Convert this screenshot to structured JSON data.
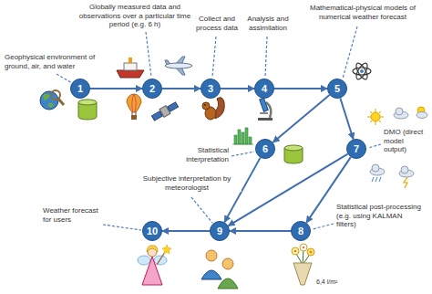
{
  "diagram": {
    "nodes": [
      {
        "text": [
          "1"
        ]
      },
      {
        "text": [
          "2"
        ]
      },
      {
        "text": [
          "3"
        ]
      },
      {
        "text": [
          "4"
        ]
      },
      {
        "text": [
          "5"
        ]
      },
      {
        "text": [
          "6"
        ]
      },
      {
        "text": [
          "7"
        ]
      },
      {
        "text": [
          "8"
        ]
      },
      {
        "text": [
          "9"
        ]
      },
      {
        "text": [
          "10"
        ]
      }
    ],
    "edges": [
      {
        "from": 0,
        "to": 1,
        "arrow": "to"
      },
      {
        "from": 1,
        "to": 2,
        "arrow": "to"
      },
      {
        "from": 2,
        "to": 3,
        "arrow": "to"
      },
      {
        "from": 3,
        "to": 4,
        "arrow": "to"
      },
      {
        "from": 4,
        "to": 5,
        "arrow": "to"
      },
      {
        "from": 4,
        "to": 6,
        "arrow": "to"
      },
      {
        "from": 5,
        "to": 8,
        "arrow": "to"
      },
      {
        "from": 6,
        "to": 7,
        "arrow": "to"
      },
      {
        "from": 6,
        "to": 8,
        "arrow": "to"
      },
      {
        "from": 7,
        "to": 8,
        "arrow": "to"
      },
      {
        "from": 8,
        "to": 9,
        "arrow": "to"
      }
    ],
    "labels": [
      "Geophysical environment of ground, air, and water",
      "Globally measured data and observations over a particular time period (e.g. 6 h)",
      "Collect and process data",
      "Analysis and assimilation",
      "Mathematical-physical models of numerical weather forecast",
      "Statistical interpretation",
      "DMO (direct model output)",
      "Subjective interpretation by meteorologist",
      "Statistical post-processing (e.g. using KALMAN filters)",
      "Weather forecast for users",
      "6,4 l/m²"
    ]
  }
}
